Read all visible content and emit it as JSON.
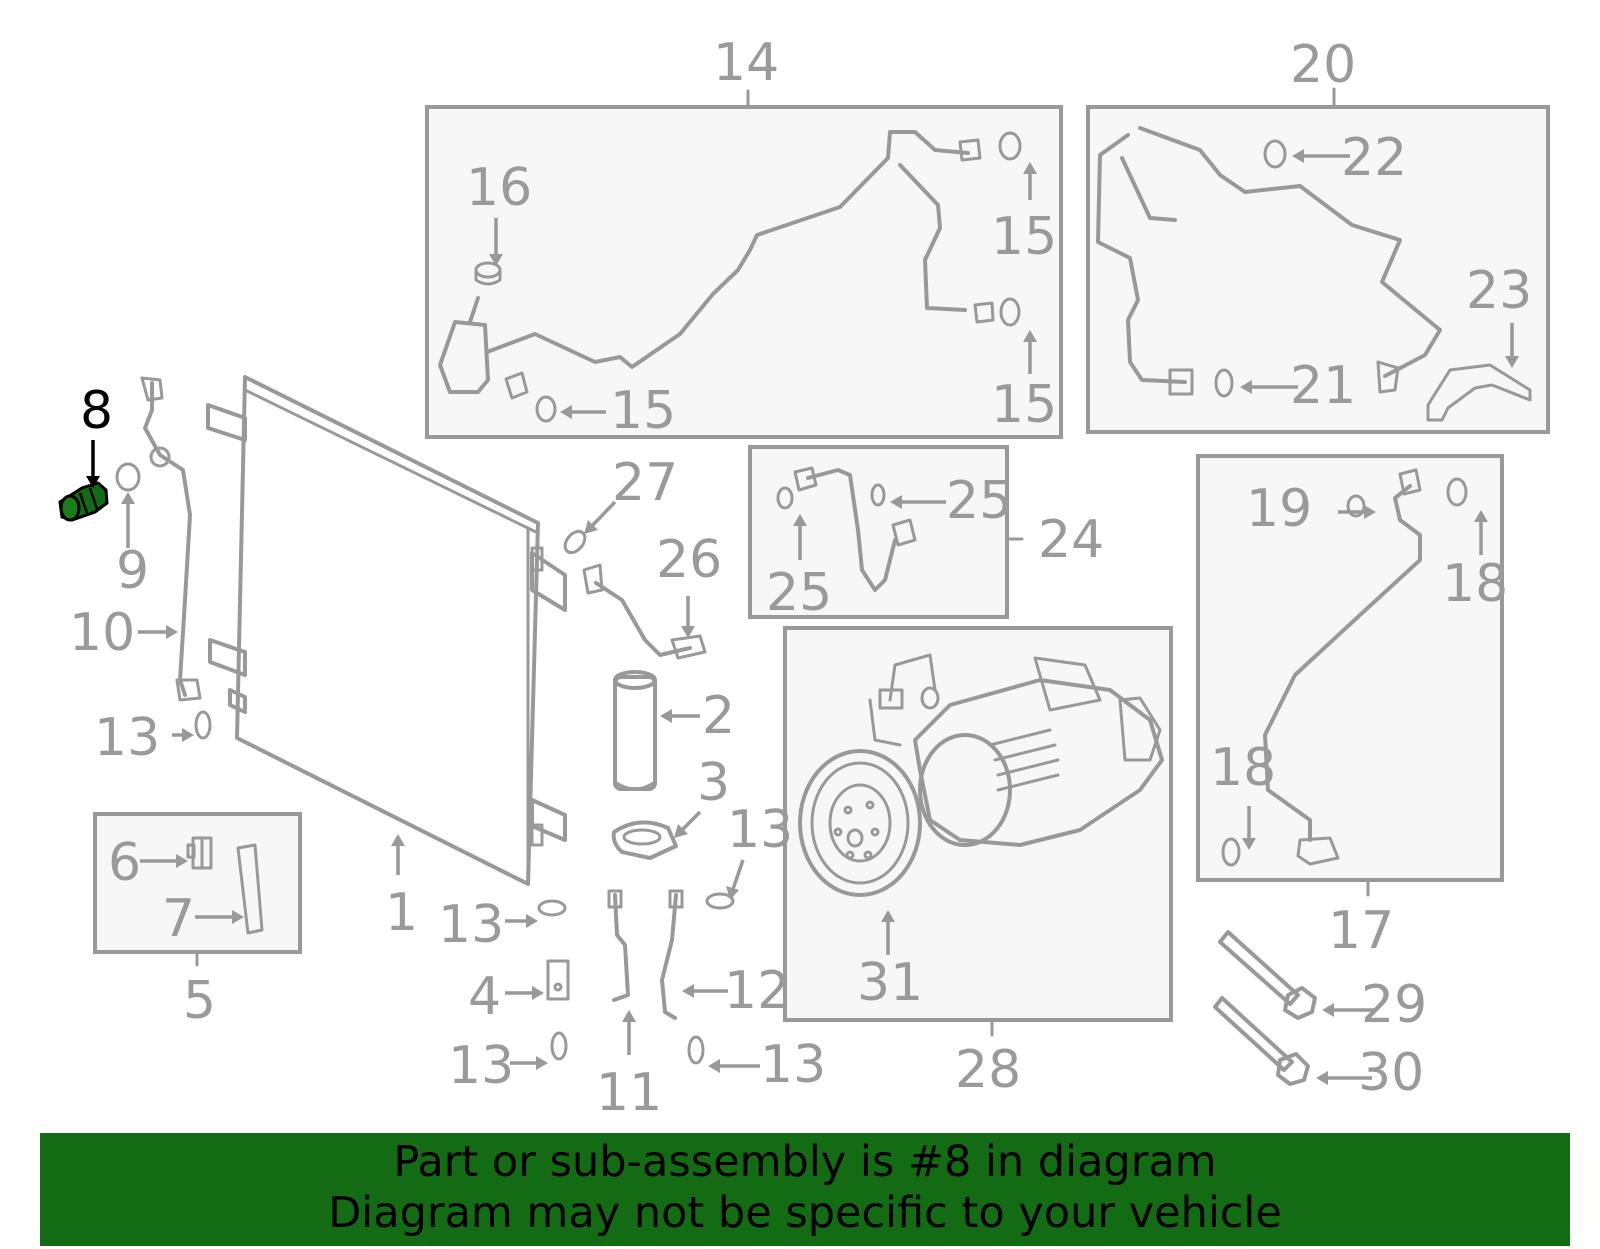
{
  "colors": {
    "highlight_part": "#136b13",
    "line": "#999999",
    "banner": "#136b13"
  },
  "labels": {
    "l1": "1",
    "l2": "2",
    "l3": "3",
    "l4": "4",
    "l5": "5",
    "l6": "6",
    "l7": "7",
    "l8": "8",
    "l9": "9",
    "l10": "10",
    "l11": "11",
    "l12": "12",
    "l13": "13",
    "l14": "14",
    "l15": "15",
    "l16": "16",
    "l17": "17",
    "l18": "18",
    "l19": "19",
    "l20": "20",
    "l21": "21",
    "l22": "22",
    "l23": "23",
    "l24": "24",
    "l25": "25",
    "l26": "26",
    "l27": "27",
    "l28": "28",
    "l29": "29",
    "l30": "30",
    "l31": "31"
  },
  "highlighted_part": "8",
  "banner": {
    "line1": "Part or sub-assembly is #8 in diagram",
    "line2": "Diagram may not be specific to your vehicle"
  }
}
